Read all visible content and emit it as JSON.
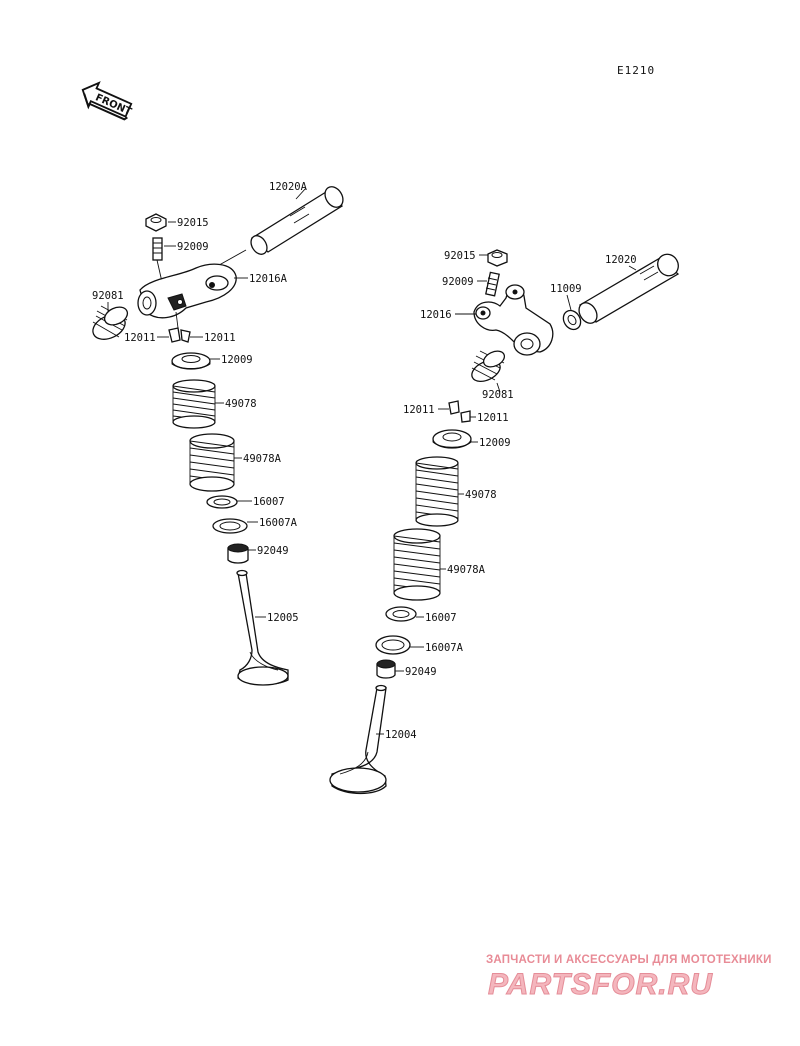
{
  "diagram_code": "E1210",
  "front_label": "FRONT",
  "watermark": {
    "line1": "ЗАПЧАСТИ И АКСЕССУАРЫ ДЛЯ МОТОТЕХНИКИ",
    "line2": "PARTSFOR.RU"
  },
  "left_assembly": {
    "labels": {
      "p12020A": "12020A",
      "p92015": "92015",
      "p92009": "92009",
      "p12016A": "12016A",
      "p92081": "92081",
      "p12011a": "12011",
      "p12011b": "12011",
      "p12009": "12009",
      "p49078": "49078",
      "p49078A": "49078A",
      "p16007": "16007",
      "p16007A": "16007A",
      "p92049": "92049",
      "p12005": "12005"
    }
  },
  "right_assembly": {
    "labels": {
      "p92015": "92015",
      "p12020": "12020",
      "p92009": "92009",
      "p11009": "11009",
      "p12016": "12016",
      "p92081": "92081",
      "p12011a": "12011",
      "p12011b": "12011",
      "p12009": "12009",
      "p49078": "49078",
      "p49078A": "49078A",
      "p16007": "16007",
      "p16007A": "16007A",
      "p92049": "92049",
      "p12004": "12004"
    }
  }
}
